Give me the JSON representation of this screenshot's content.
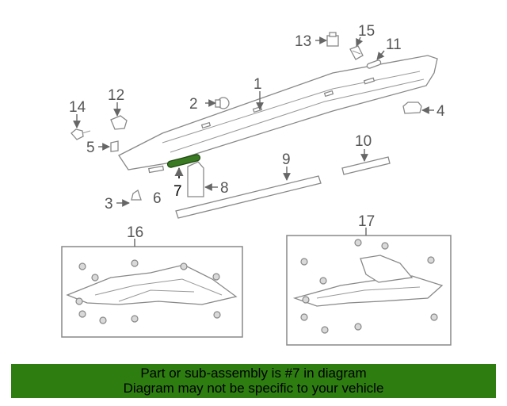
{
  "callouts": {
    "c1": "1",
    "c2": "2",
    "c3": "3",
    "c4": "4",
    "c5": "5",
    "c6": "6",
    "c7": "7",
    "c8": "8",
    "c9": "9",
    "c10": "10",
    "c11": "11",
    "c12": "12",
    "c13": "13",
    "c14": "14",
    "c15": "15",
    "c16": "16",
    "c17": "17"
  },
  "highlight_part": "7",
  "footer": {
    "line1": "Part or sub-assembly is #7 in diagram",
    "line2": "Diagram may not be specific to your vehicle"
  },
  "colors": {
    "banner_bg": "#2e7d11",
    "highlight_part": "#3a7a22",
    "line_art": "#888888"
  }
}
